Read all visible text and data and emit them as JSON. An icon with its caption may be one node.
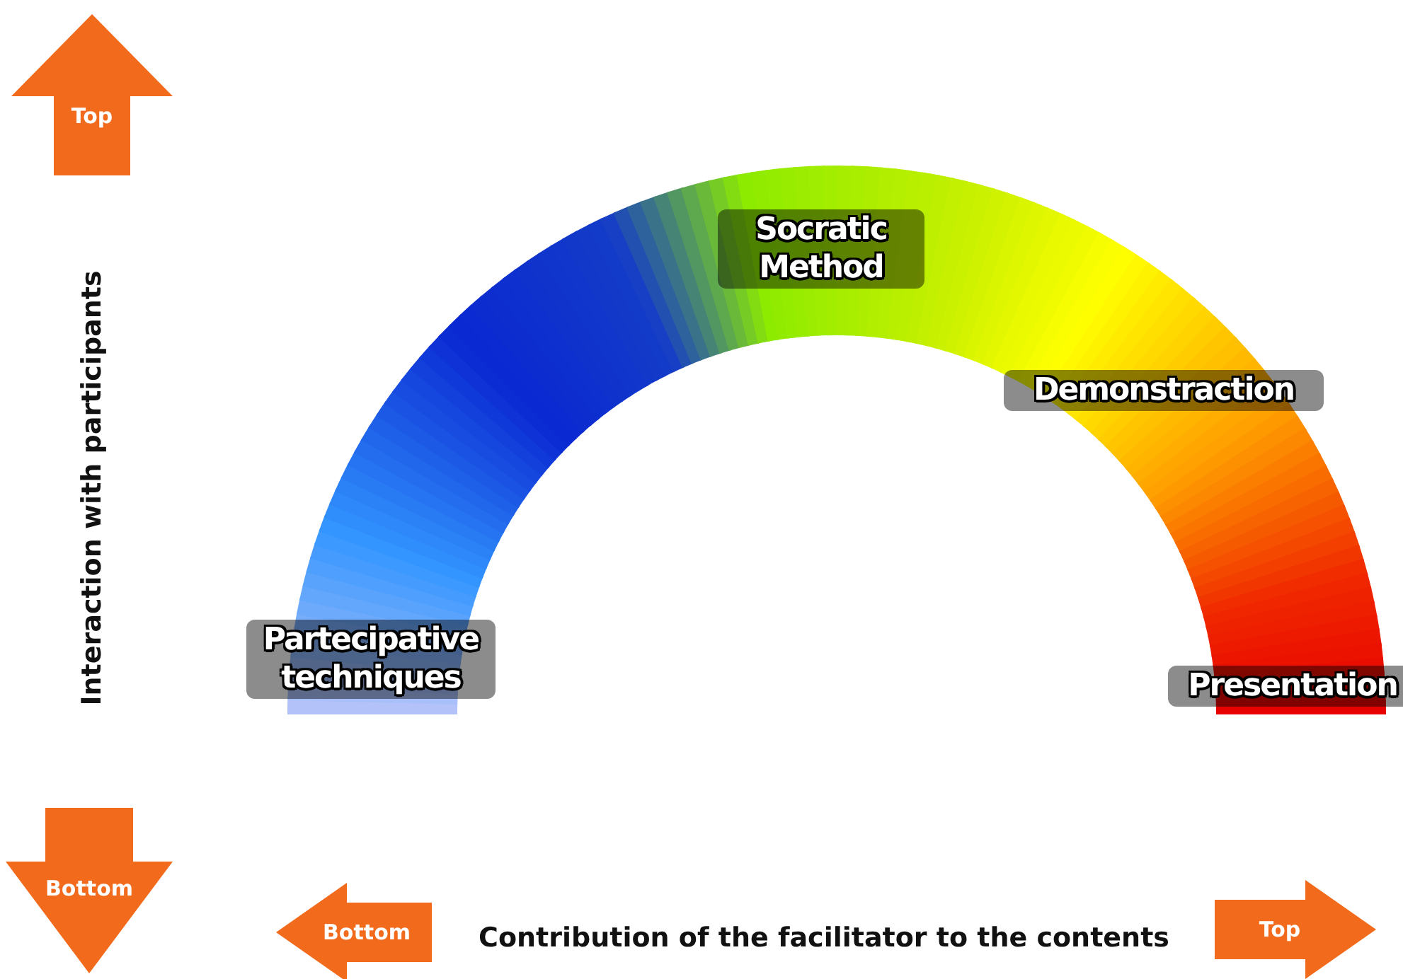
{
  "diagram": {
    "nodes": [
      {
        "text": [
          "Top"
        ]
      },
      {
        "text": [
          "Bottom"
        ]
      },
      {
        "text": [
          "Bottom"
        ]
      },
      {
        "text": [
          "Top"
        ]
      }
    ],
    "labels": [
      "Socratic Method",
      "Demonstraction",
      "Interaction with participants",
      "Partecipative techniques",
      "Presentation",
      "Contribution of the facilitator to the contents"
    ]
  }
}
